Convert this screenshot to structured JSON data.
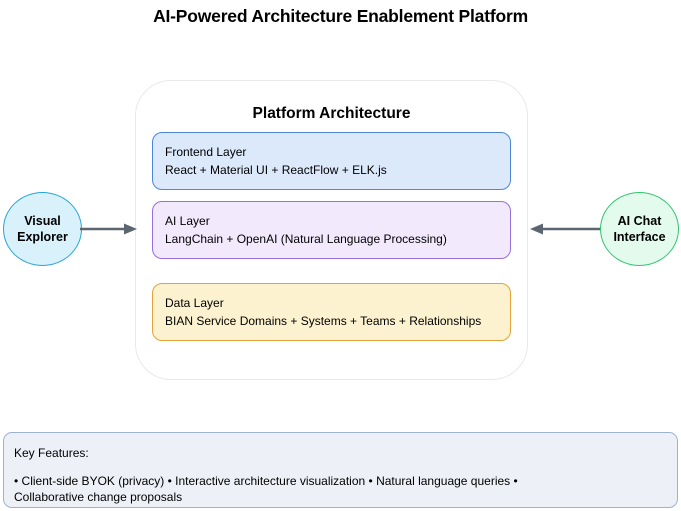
{
  "page": {
    "title": "AI-Powered Architecture Enablement Platform"
  },
  "platform": {
    "title": "Platform Architecture",
    "layers": [
      {
        "name": "Frontend Layer",
        "tech": "React + Material UI + ReactFlow + ELK.js",
        "fill": "#dbe9fb",
        "border": "#4e87d8"
      },
      {
        "name": "AI Layer",
        "tech": "LangChain + OpenAI (Natural Language Processing)",
        "fill": "#f3e9fd",
        "border": "#9571d9"
      },
      {
        "name": "Data Layer",
        "tech": "BIAN Service Domains + Systems + Teams + Relationships",
        "fill": "#fdf2d0",
        "border": "#e3a23b"
      }
    ]
  },
  "nodes": {
    "visual_explorer": {
      "label": "Visual Explorer",
      "fill": "#d9f1fb",
      "border": "#2aa4d8"
    },
    "ai_chat": {
      "label": "AI Chat Interface",
      "fill": "#e3fbec",
      "border": "#30c56f"
    }
  },
  "features": {
    "heading": "Key Features:",
    "items": "• Client-side BYOK (privacy) • Interactive architecture visualization • Natural language queries • Collaborative change proposals",
    "panel_fill": "#edf1f7",
    "panel_border": "#9cb3cf"
  },
  "colors": {
    "arrow": "#5c6670",
    "container_border": "#e9e9e9",
    "text": "#000000"
  }
}
